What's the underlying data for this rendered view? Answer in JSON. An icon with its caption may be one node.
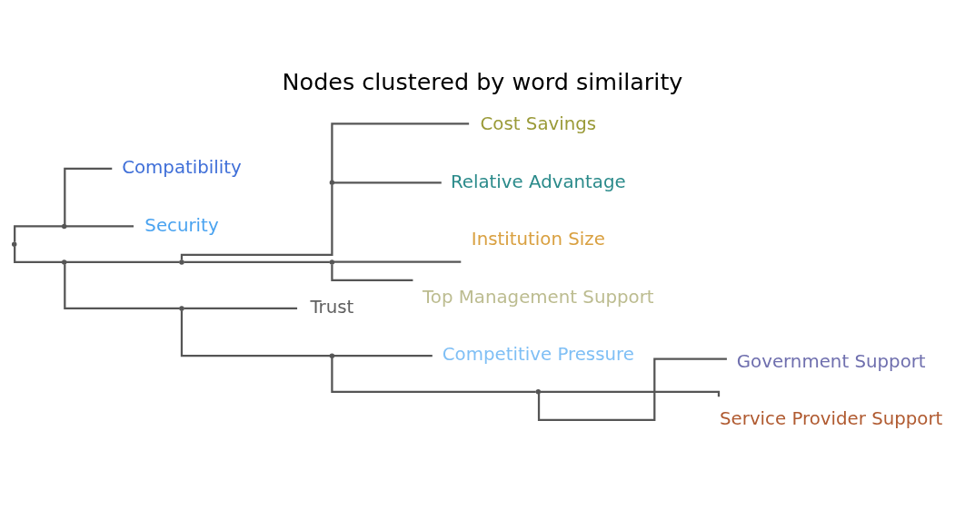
{
  "diagram": {
    "title": "Nodes clustered by word similarity",
    "nodes": [
      {
        "text": [],
        "shape": "point"
      },
      {
        "text": [],
        "shape": "point"
      },
      {
        "text": [
          "Compatibility"
        ]
      },
      {
        "text": [
          "Security"
        ]
      },
      {
        "text": [],
        "shape": "point"
      },
      {
        "text": [],
        "shape": "point"
      },
      {
        "text": [],
        "shape": "point"
      },
      {
        "text": [
          "Cost Savings"
        ]
      },
      {
        "text": [
          "Relative Advantage"
        ]
      },
      {
        "text": [],
        "shape": "point"
      },
      {
        "text": [
          "Institution Size"
        ]
      },
      {
        "text": [
          "Top Management Support"
        ]
      },
      {
        "text": [],
        "shape": "point"
      },
      {
        "text": [
          "Trust"
        ]
      },
      {
        "text": [],
        "shape": "point"
      },
      {
        "text": [
          "Competitive Pressure"
        ]
      },
      {
        "text": [],
        "shape": "point"
      },
      {
        "text": [
          "Government Support"
        ]
      },
      {
        "text": [
          "Service Provider Support"
        ]
      }
    ],
    "edges": [
      {
        "from": 0,
        "to": 1,
        "arrow": "none"
      },
      {
        "from": 1,
        "to": 2,
        "arrow": "none"
      },
      {
        "from": 1,
        "to": 3,
        "arrow": "none"
      },
      {
        "from": 0,
        "to": 4,
        "arrow": "none"
      },
      {
        "from": 4,
        "to": 5,
        "arrow": "none"
      },
      {
        "from": 5,
        "to": 6,
        "arrow": "none"
      },
      {
        "from": 6,
        "to": 7,
        "arrow": "none"
      },
      {
        "from": 6,
        "to": 8,
        "arrow": "none"
      },
      {
        "from": 5,
        "to": 9,
        "arrow": "none"
      },
      {
        "from": 9,
        "to": 10,
        "arrow": "none"
      },
      {
        "from": 9,
        "to": 11,
        "arrow": "none"
      },
      {
        "from": 4,
        "to": 12,
        "arrow": "none"
      },
      {
        "from": 12,
        "to": 13,
        "arrow": "none"
      },
      {
        "from": 12,
        "to": 14,
        "arrow": "none"
      },
      {
        "from": 14,
        "to": 15,
        "arrow": "none"
      },
      {
        "from": 14,
        "to": 16,
        "arrow": "none"
      },
      {
        "from": 16,
        "to": 17,
        "arrow": "none"
      },
      {
        "from": 16,
        "to": 18,
        "arrow": "none"
      }
    ]
  }
}
